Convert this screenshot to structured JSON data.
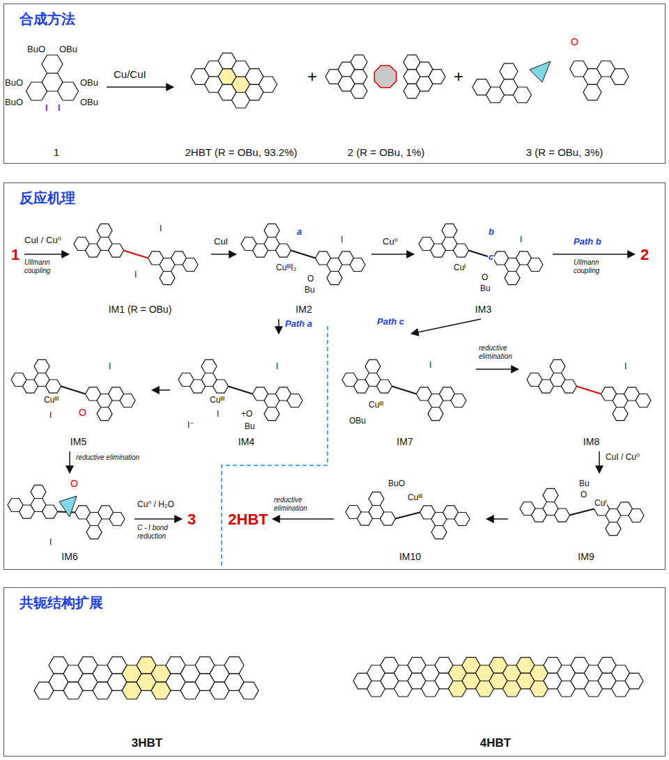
{
  "diagram": {
    "nodes": [
      {
        "text": [
          "合成方法"
        ]
      },
      {
        "text": [
          "1"
        ],
        "in": 0
      },
      {
        "text": [
          "2HBT (R = OBu, 93.2%)"
        ],
        "in": 0
      },
      {
        "text": [
          "2 (R = OBu, 1%)"
        ],
        "in": 0
      },
      {
        "text": [
          "3 (R = OBu, 3%)"
        ],
        "in": 0
      },
      {
        "text": [
          "反应机理"
        ]
      },
      {
        "text": [
          "1"
        ],
        "in": 5
      },
      {
        "text": [
          "IM1 (R = OBu)"
        ],
        "in": 5
      },
      {
        "text": [
          "IM2"
        ],
        "in": 5
      },
      {
        "text": [
          "IM3"
        ],
        "in": 5
      },
      {
        "text": [
          "2"
        ],
        "in": 5
      },
      {
        "text": [
          "IM4"
        ],
        "in": 5
      },
      {
        "text": [
          "IM5"
        ],
        "in": 5
      },
      {
        "text": [
          "IM6"
        ],
        "in": 5
      },
      {
        "text": [
          "3"
        ],
        "in": 5
      },
      {
        "text": [
          "IM7"
        ],
        "in": 5
      },
      {
        "text": [
          "IM8"
        ],
        "in": 5
      },
      {
        "text": [
          "IM9"
        ],
        "in": 5
      },
      {
        "text": [
          "IM10"
        ],
        "in": 5
      },
      {
        "text": [
          "2HBT"
        ],
        "in": 5
      },
      {
        "text": [
          "共轭结构扩展"
        ]
      },
      {
        "text": [
          "3HBT"
        ],
        "in": 20
      },
      {
        "text": [
          "4HBT"
        ],
        "in": 20
      }
    ],
    "edges": [
      {
        "from": 1,
        "to": 2,
        "arrow": "to",
        "label": "Cu/CuI"
      },
      {
        "from": 6,
        "to": 7,
        "arrow": "to",
        "label": "CuI / Cu⁰"
      },
      {
        "from": 7,
        "to": 8,
        "arrow": "to",
        "label": "CuI"
      },
      {
        "from": 8,
        "to": 9,
        "arrow": "to",
        "label": "Cu⁰"
      },
      {
        "from": 9,
        "to": 10,
        "arrow": "to",
        "label": "Path b"
      },
      {
        "from": 8,
        "to": 11,
        "arrow": "to",
        "label": "Path a"
      },
      {
        "from": 11,
        "to": 12,
        "arrow": "to"
      },
      {
        "from": 12,
        "to": 13,
        "arrow": "to",
        "label": "reductive elimination"
      },
      {
        "from": 13,
        "to": 14,
        "arrow": "to",
        "label": "Cu⁰ / H₂O"
      },
      {
        "from": 9,
        "to": 15,
        "arrow": "to",
        "label": "Path c"
      },
      {
        "from": 15,
        "to": 16,
        "arrow": "to",
        "label": "reductive elimination"
      },
      {
        "from": 16,
        "to": 17,
        "arrow": "to",
        "label": "CuI / Cu⁰"
      },
      {
        "from": 17,
        "to": 18,
        "arrow": "to"
      },
      {
        "from": 18,
        "to": 19,
        "arrow": "to",
        "label": "reductive elimination"
      }
    ],
    "labels": [
      "BuO",
      "OBu",
      "BuO",
      "BuO",
      "OBu",
      "OBu",
      "I",
      "I",
      "+",
      "+",
      "O",
      "Ullmann coupling",
      "I",
      "I",
      "a",
      "CuᴵᴵᴵI₂",
      "I",
      "O",
      "Bu",
      "b",
      "c",
      "Cuᴵ",
      "O",
      "Bu",
      "I",
      "Ullmann coupling",
      "Cuᴵᴵᴵ",
      "I",
      "+O",
      "Bu",
      "I⁻",
      "I",
      "Cuᴵᴵᴵ",
      "I",
      "O",
      "I",
      "O",
      "I",
      "C - I bond reduction",
      "Cuᴵᴵᴵ",
      "OBu",
      "I",
      "I",
      "Bu",
      "O",
      "Cuᴵ",
      "BuO",
      "Cuᴵᴵᴵ"
    ]
  }
}
